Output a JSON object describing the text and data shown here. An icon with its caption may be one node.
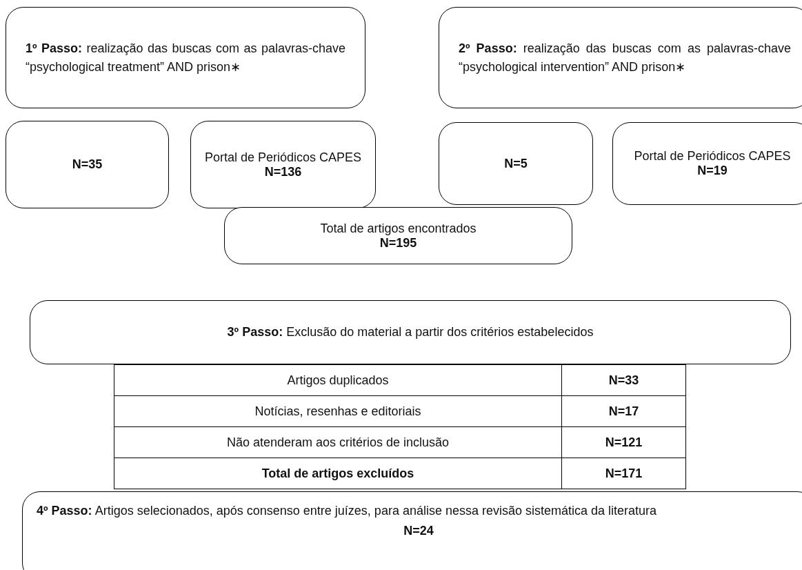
{
  "diagram": {
    "nodes": [
      {
        "text": [
          "**1º Passo:** realização das buscas com as palavras-chave “psychological treatment” AND prison∗"
        ]
      },
      {
        "text": [
          "N=35"
        ]
      },
      {
        "text": [
          "Portal de Periódicos CAPES",
          "N=136"
        ]
      },
      {
        "text": [
          "**2º Passo:** realização das buscas com as palavras-chave “psychological intervention” AND prison∗"
        ]
      },
      {
        "text": [
          "N=5"
        ]
      },
      {
        "text": [
          "Portal de Periódicos CAPES",
          "N=19"
        ]
      },
      {
        "text": [
          "Total de artigos encontrados",
          "N=195"
        ]
      },
      {
        "text": [
          "**3º Passo:** Exclusão do material a partir dos critérios estabelecidos"
        ]
      },
      {
        "text": [
          "**4º Passo:** Artigos selecionados, após consenso entre juízes, para análise nessa revisão sistemática da literatura",
          "N=24"
        ]
      }
    ],
    "labels": [
      "Artigos duplicados",
      "N=33",
      "Notícias, resenhas e editoriais",
      "N=17",
      "Não atenderam aos critérios de inclusão",
      "N=121",
      "Total de artigos excluídos",
      "N=171"
    ]
  }
}
